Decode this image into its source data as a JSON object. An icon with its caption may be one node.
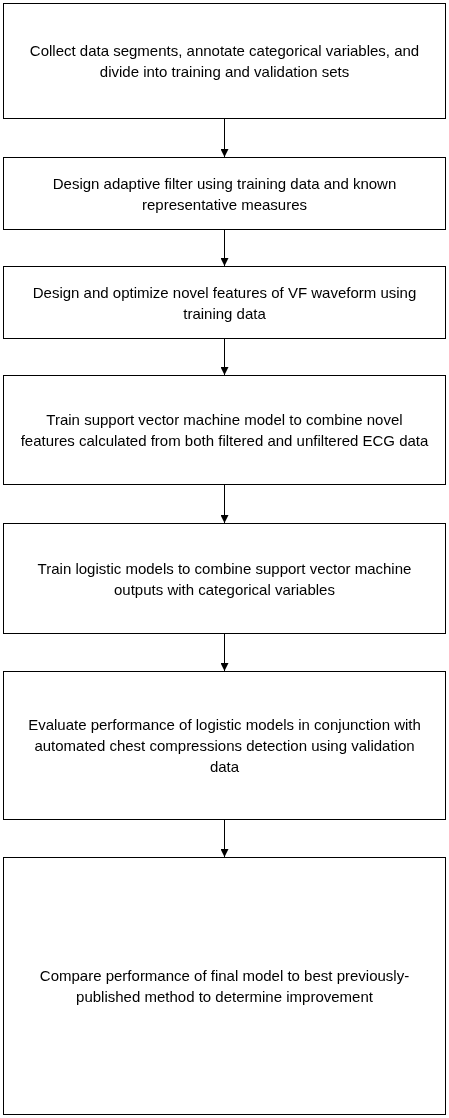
{
  "diagram": {
    "nodes": [
      {
        "text": [
          "Collect data segments, annotate categorical variables, and divide into training and validation sets"
        ]
      },
      {
        "text": [
          "Design adaptive filter using training data and known representative measures"
        ]
      },
      {
        "text": [
          "Design and optimize novel features of VF waveform using training data"
        ]
      },
      {
        "text": [
          "Train support vector machine model to combine novel features calculated from both filtered and unfiltered ECG data"
        ]
      },
      {
        "text": [
          "Train logistic models to combine support vector machine outputs with categorical variables"
        ]
      },
      {
        "text": [
          "Evaluate performance of logistic models in conjunction with automated chest compressions detection using validation data"
        ]
      },
      {
        "text": [
          "Compare performance of final model to best previously-published method to determine improvement"
        ]
      }
    ],
    "edges": [
      {
        "from": 0,
        "to": 1,
        "arrow": "to"
      },
      {
        "from": 1,
        "to": 2,
        "arrow": "to"
      },
      {
        "from": 2,
        "to": 3,
        "arrow": "to"
      },
      {
        "from": 3,
        "to": 4,
        "arrow": "to"
      },
      {
        "from": 4,
        "to": 5,
        "arrow": "to"
      },
      {
        "from": 5,
        "to": 6,
        "arrow": "to"
      }
    ]
  }
}
